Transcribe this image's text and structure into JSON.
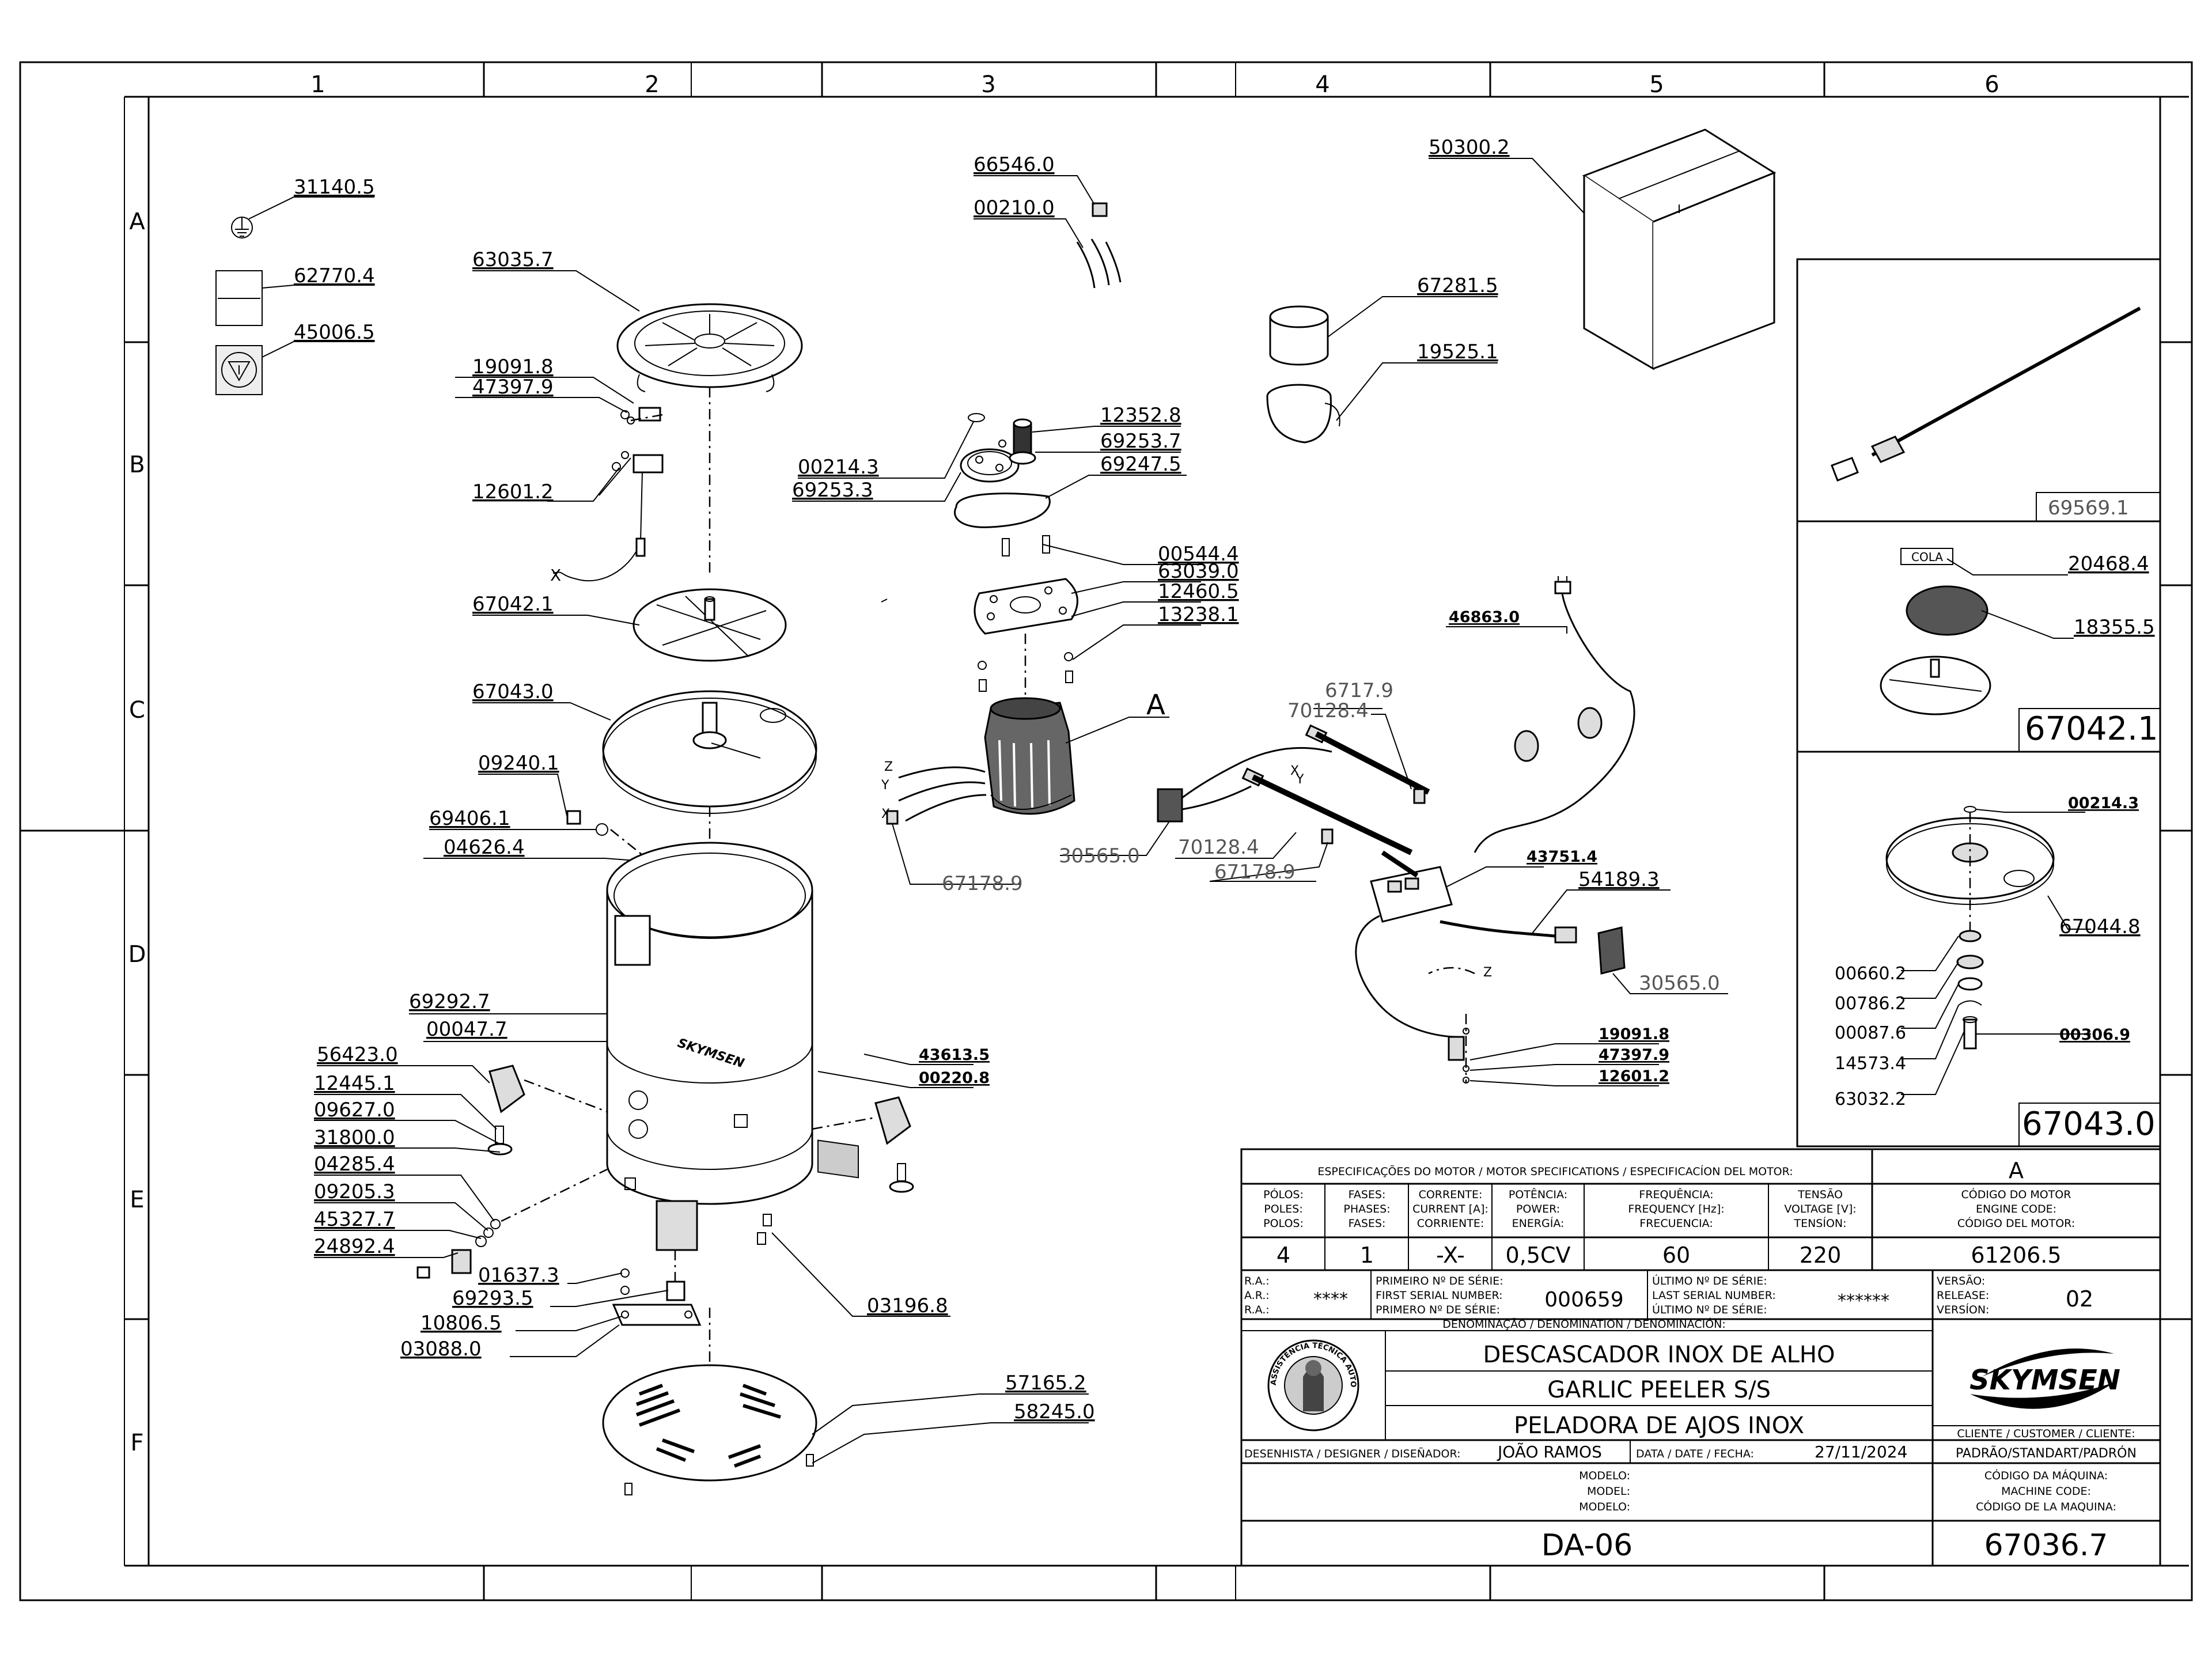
{
  "grid": {
    "columns": [
      "1",
      "2",
      "3",
      "4",
      "5",
      "6"
    ],
    "rows": [
      "A",
      "B",
      "C",
      "D",
      "E",
      "F"
    ]
  },
  "callouts": {
    "c31140": "31140.5",
    "c62770": "62770.4",
    "c45006": "45006.5",
    "c63035": "63035.7",
    "c19091_top": "19091.8",
    "c47397_top": "47397.9",
    "c12601_top": "12601.2",
    "c67042": "67042.1",
    "c67043": "67043.0",
    "c09240": "09240.1",
    "c69406": "69406.1",
    "c04626": "04626.4",
    "c69292": "69292.7",
    "c00047": "00047.7",
    "c56423": "56423.0",
    "c12445": "12445.1",
    "c09627": "09627.0",
    "c31800": "31800.0",
    "c04285": "04285.4",
    "c09205": "09205.3",
    "c45327": "45327.7",
    "c24892": "24892.4",
    "c01637": "01637.3",
    "c69293": "69293.5",
    "c10806": "10806.5",
    "c03088": "03088.0",
    "c66546": "66546.0",
    "c00210": "00210.0",
    "c00214_mid": "00214.3",
    "c69253_mid": "69253.3",
    "c12352": "12352.8",
    "c69253_7": "69253.7",
    "c69247": "69247.5",
    "c00544": "00544.4",
    "c63039": "63039.0",
    "c12460": "12460.5",
    "c13238": "13238.1",
    "c_a": "A",
    "c67178_left": "67178.9",
    "c30565_left": "30565.0",
    "c70128_low": "70128.4",
    "c67178_mid": "67178.9",
    "c6717": "6717.9",
    "c70128_up": "70128.4",
    "c43613": "43613.5",
    "c00220": "00220.8",
    "c03196": "03196.8",
    "c57165": "57165.2",
    "c58245": "58245.0",
    "c50300": "50300.2",
    "c67281": "67281.5",
    "c19525": "19525.1",
    "c46863": "46863.0",
    "c43751": "43751.4",
    "c54189": "54189.3",
    "c30565_right": "30565.0",
    "c19091_bot": "19091.8",
    "c47397_bot": "47397.9",
    "c12601_bot": "12601.2",
    "wire_x": "X",
    "wire_y": "Y",
    "wire_z": "Z"
  },
  "side_panels": {
    "p1_code": "69569.1",
    "p2_cola": "COLA",
    "p2_20468": "20468.4",
    "p2_18355": "18355.5",
    "p2_code": "67042.1",
    "p3_00214": "00214.3",
    "p3_67044": "67044.8",
    "p3_00660": "00660.2",
    "p3_00786": "00786.2",
    "p3_00087": "00087.6",
    "p3_00306": "00306.9",
    "p3_14573": "14573.4",
    "p3_63032": "63032.2",
    "p3_code": "67043.0"
  },
  "title_block": {
    "motor_specs_header": "ESPECIFICAÇÕES DO MOTOR / MOTOR SPECIFICATIONS / ESPECIFICACÍON DEL MOTOR:",
    "motor_letter": "A",
    "poles_label": [
      "PÓLOS:",
      "POLES:",
      "POLOS:"
    ],
    "phases_label": [
      "FASES:",
      "PHASES:",
      "FASES:"
    ],
    "current_label": [
      "CORRENTE:",
      "CURRENT [A]:",
      "CORRIENTE:"
    ],
    "power_label": [
      "POTÊNCIA:",
      "POWER:",
      "ENERGÍA:"
    ],
    "freq_label": [
      "FREQUÊNCIA:",
      "FREQUENCY [Hz]:",
      "FRECUENCIA:"
    ],
    "voltage_label": [
      "TENSÃO",
      "VOLTAGE [V]:",
      "TENSÍON:"
    ],
    "engine_code_label": [
      "CÓDIGO DO MOTOR",
      "ENGINE CODE:",
      "CÓDIGO DEL MOTOR:"
    ],
    "poles": "4",
    "phases": "1",
    "current": "-X-",
    "power": "0,5CV",
    "frequency": "60",
    "voltage": "220",
    "engine_code": "61206.5",
    "ra_label": [
      "R.A.:",
      "A.R.:",
      "R.A.:"
    ],
    "ra_value": "****",
    "first_serial_label": [
      "PRIMEIRO Nº DE SÉRIE:",
      "FIRST SERIAL NUMBER:",
      "PRIMERO Nº DE SÉRIE:"
    ],
    "first_serial": "000659",
    "last_serial_label": [
      "ÚLTIMO Nº DE SÉRIE:",
      "LAST SERIAL NUMBER:",
      "ÚLTIMO Nº DE SÉRIE:"
    ],
    "last_serial": "******",
    "version_label": [
      "VERSÃO:",
      "RELEASE:",
      "VERSÍON:"
    ],
    "version": "02",
    "denomination_label": "DENOMINAÇÃO / DENOMINATION / DENOMINACIÓN:",
    "name_pt": "DESCASCADOR INOX DE ALHO",
    "name_en": "GARLIC PEELER S/S",
    "name_es": "PELADORA DE AJOS INOX",
    "brand": "SKYMSEN",
    "seal_text": "ASSISTÊNCIA TÉCNICA AUTORIZADA",
    "client_label": "CLIENTE / CUSTOMER / CLIENTE:",
    "client": "PADRÃO/STANDART/PADRÓN",
    "designer_label": "DESENHISTA / DESIGNER / DISEÑADOR:",
    "designer": "JOÃO RAMOS",
    "date_label": "DATA / DATE / FECHA:",
    "date": "27/11/2024",
    "model_label": [
      "MODELO:",
      "MODEL:",
      "MODELO:"
    ],
    "model": "DA-06",
    "machine_code_label": [
      "CÓDIGO DA MÁQUINA:",
      "MACHINE CODE:",
      "CÓDIGO DE LA MAQUINA:"
    ],
    "machine_code": "67036.7"
  }
}
